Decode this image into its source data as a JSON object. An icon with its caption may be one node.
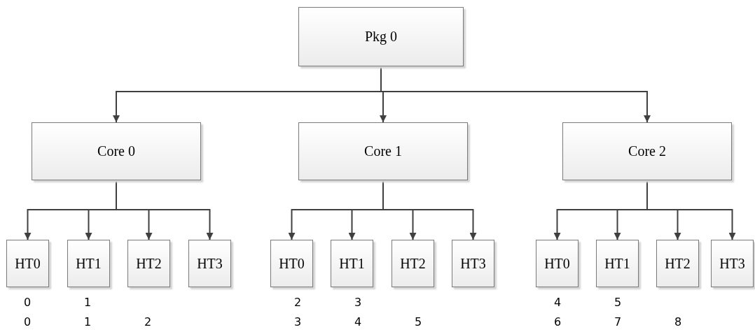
{
  "diagram": {
    "nodes": [
      {
        "text": [
          "Pkg 0"
        ]
      },
      {
        "text": [
          "Core 0"
        ]
      },
      {
        "text": [
          "Core 1"
        ]
      },
      {
        "text": [
          "Core 2"
        ]
      },
      {
        "text": [
          "HT0"
        ]
      },
      {
        "text": [
          "HT1"
        ]
      },
      {
        "text": [
          "HT2"
        ]
      },
      {
        "text": [
          "HT3"
        ]
      },
      {
        "text": [
          "HT0"
        ]
      },
      {
        "text": [
          "HT1"
        ]
      },
      {
        "text": [
          "HT2"
        ]
      },
      {
        "text": [
          "HT3"
        ]
      },
      {
        "text": [
          "HT0"
        ]
      },
      {
        "text": [
          "HT1"
        ]
      },
      {
        "text": [
          "HT2"
        ]
      },
      {
        "text": [
          "HT3"
        ]
      }
    ],
    "edges": [
      {
        "from": 0,
        "to": 1,
        "arrow": "to"
      },
      {
        "from": 0,
        "to": 2,
        "arrow": "to"
      },
      {
        "from": 0,
        "to": 3,
        "arrow": "to"
      },
      {
        "from": 1,
        "to": 4,
        "arrow": "to"
      },
      {
        "from": 1,
        "to": 5,
        "arrow": "to"
      },
      {
        "from": 1,
        "to": 6,
        "arrow": "to"
      },
      {
        "from": 1,
        "to": 7,
        "arrow": "to"
      },
      {
        "from": 2,
        "to": 8,
        "arrow": "to"
      },
      {
        "from": 2,
        "to": 9,
        "arrow": "to"
      },
      {
        "from": 2,
        "to": 10,
        "arrow": "to"
      },
      {
        "from": 2,
        "to": 11,
        "arrow": "to"
      },
      {
        "from": 3,
        "to": 12,
        "arrow": "to"
      },
      {
        "from": 3,
        "to": 13,
        "arrow": "to"
      },
      {
        "from": 3,
        "to": 14,
        "arrow": "to"
      },
      {
        "from": 3,
        "to": 15,
        "arrow": "to"
      }
    ],
    "labels": [
      "0",
      "1",
      "2",
      "3",
      "4",
      "5",
      "0",
      "1",
      "2",
      "3",
      "4",
      "5",
      "6",
      "7",
      "8"
    ]
  }
}
